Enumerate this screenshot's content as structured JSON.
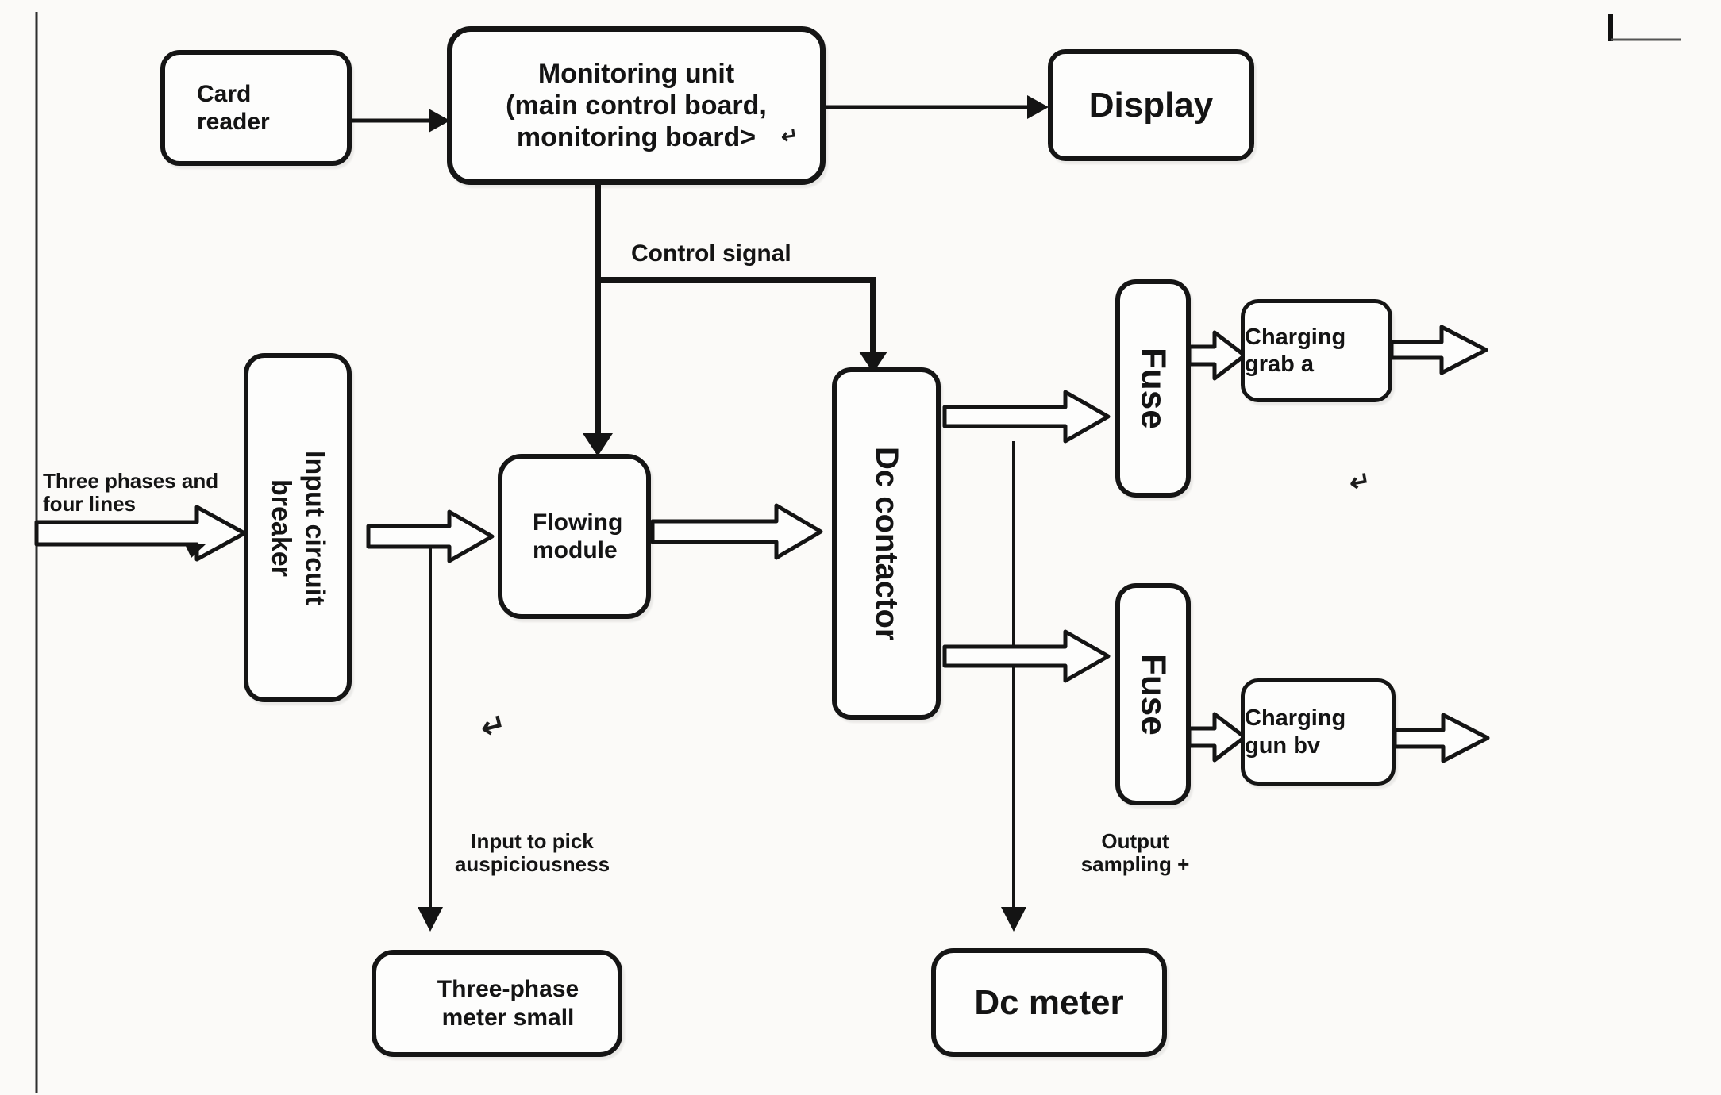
{
  "ink": "#151515",
  "background": "#fbfaf8",
  "nodes": {
    "card_reader": {
      "lines": [
        "Card",
        "reader"
      ]
    },
    "monitoring_unit": {
      "lines": [
        "Monitoring unit",
        "(main control board,",
        "monitoring board>"
      ]
    },
    "display": {
      "label": "Display"
    },
    "input_circuit_breaker": {
      "lines": [
        "Input circuit",
        "breaker"
      ]
    },
    "flowing_module": {
      "lines": [
        "Flowing",
        "module"
      ]
    },
    "dc_contactor": {
      "label": "Dc contactor"
    },
    "fuse_top": {
      "label": "Fuse"
    },
    "fuse_bottom": {
      "label": "Fuse"
    },
    "charging_grab": {
      "label": "Charging grab a"
    },
    "charging_gun": {
      "label": "Charging gun bv"
    },
    "three_phase_meter": {
      "lines": [
        "Three-phase",
        "meter small"
      ]
    },
    "dc_meter": {
      "label": "Dc meter"
    }
  },
  "labels": {
    "control_signal": "Control signal",
    "three_phases": {
      "lines": [
        "Three phases and",
        "four lines"
      ]
    },
    "input_pick": {
      "lines": [
        "Input to pick",
        "auspiciousness"
      ]
    },
    "output_sampling": {
      "lines": [
        "Output",
        "sampling +"
      ]
    }
  },
  "glyphs": {
    "return_after_board": "↵",
    "return_mid": "↵",
    "return_right": "↵"
  }
}
